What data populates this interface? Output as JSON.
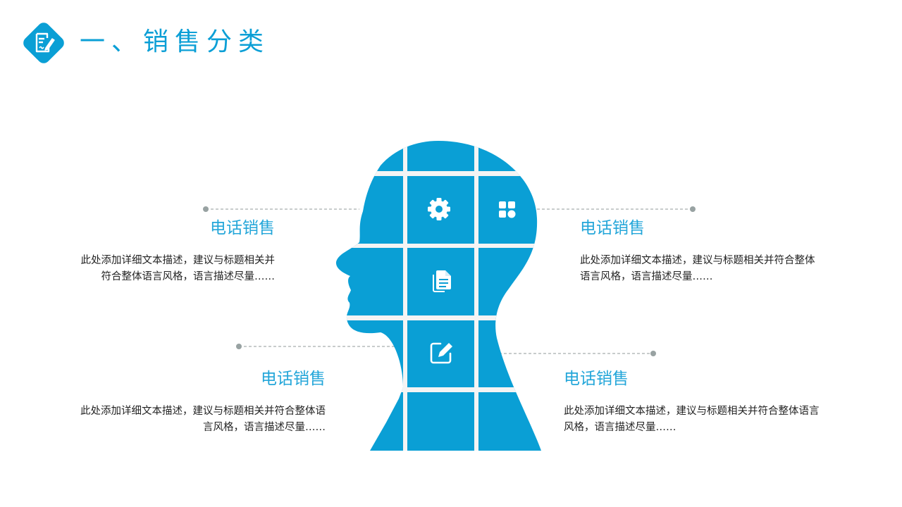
{
  "header": {
    "title": "一、销售分类",
    "badge_icon": "edit-document-icon"
  },
  "colors": {
    "accent": "#0a9fd5",
    "title_text": "#23a6d9",
    "body_text": "#222222",
    "connector": "#a7adad",
    "gap": "#f3f3f3"
  },
  "diagram": {
    "center_icons": [
      "gear-icon",
      "apps-grid-icon",
      "documents-icon",
      "edit-icon"
    ],
    "blocks": [
      {
        "position": "top-left",
        "title": "电话销售",
        "desc_line1": "此处添加详细文本描述，建议与标题相关并",
        "desc_line2": "符合整体语言风格，语言描述尽量……"
      },
      {
        "position": "top-right",
        "title": "电话销售",
        "desc_line1": "此处添加详细文本描述，建议与标题相关并符合整体",
        "desc_line2": "语言风格，语言描述尽量……"
      },
      {
        "position": "bottom-left",
        "title": "电话销售",
        "desc_line1": "此处添加详细文本描述，建议与标题相关并符合整体语",
        "desc_line2": "言风格，语言描述尽量……"
      },
      {
        "position": "bottom-right",
        "title": "电话销售",
        "desc_line1": "此处添加详细文本描述，建议与标题相关并符合整体语言",
        "desc_line2": "风格，语言描述尽量……"
      }
    ]
  }
}
